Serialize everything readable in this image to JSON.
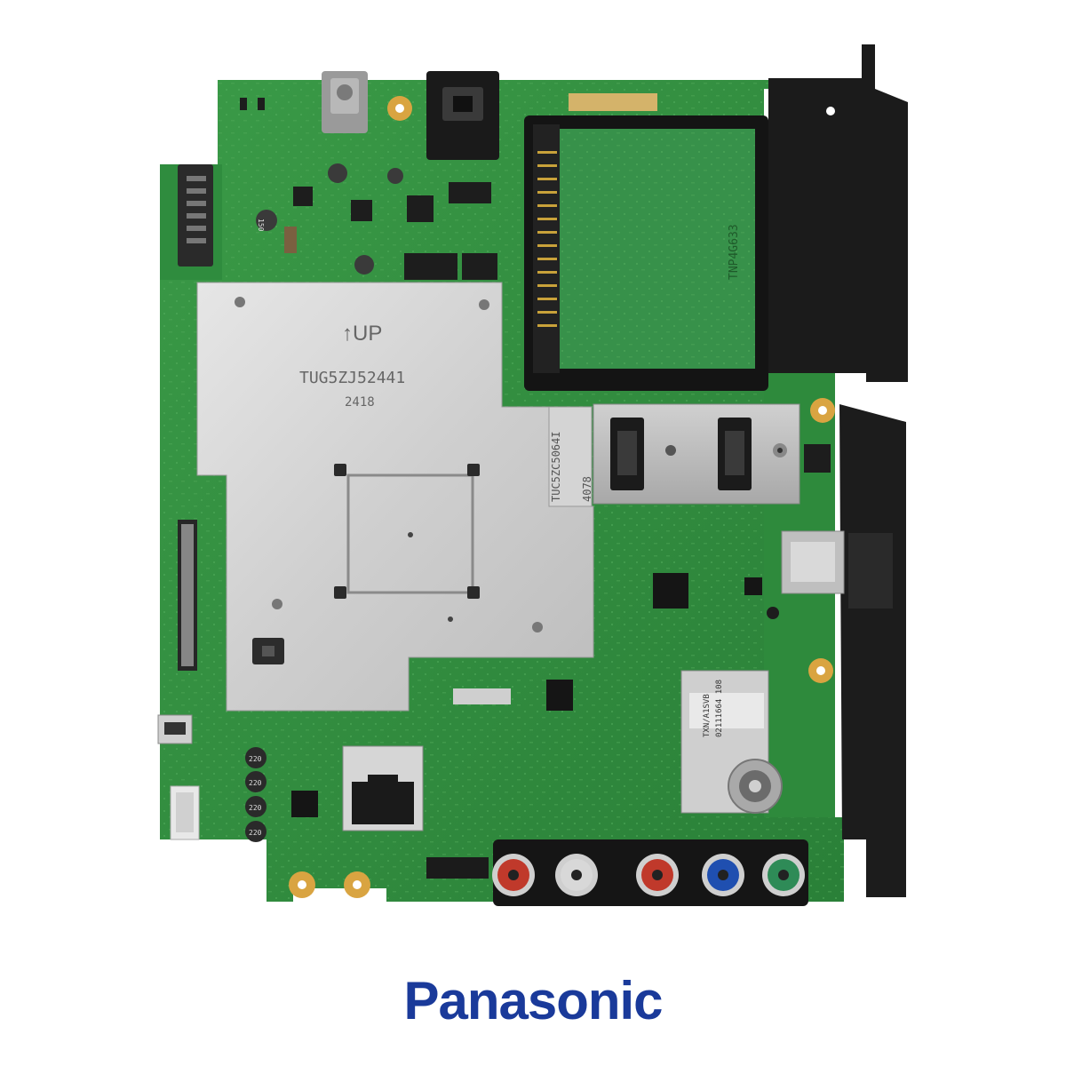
{
  "brand": {
    "name": "Panasonic",
    "color": "#1a3a9a"
  },
  "board": {
    "shield_arrow_label": "↑UP",
    "shield_part_number": "TUG5ZJ52441",
    "shield_date_code": "2418",
    "pcb_part_number": "TNP4G633",
    "hdmi_bracket_code": "TUC5ZC5064I",
    "hdmi_bracket_sub": "4078",
    "tuner_label_line1": "TXN/A1SVB",
    "tuner_label_line2": "02111664 108",
    "inductor_code": "220",
    "inductor_small_code": "150",
    "pcb_color": "#2e8b3e",
    "rca_colors": [
      "#c0392b",
      "#d8d8d8",
      "#c0392b",
      "#1f4fb0",
      "#2e8b57"
    ]
  }
}
